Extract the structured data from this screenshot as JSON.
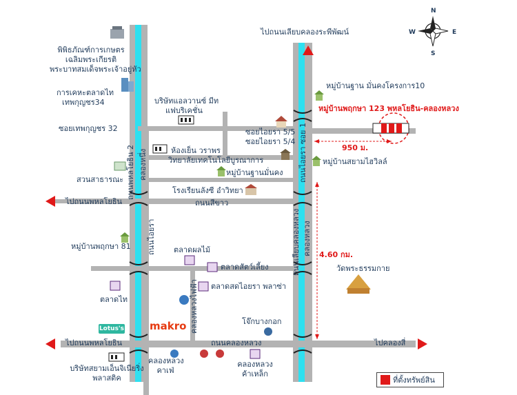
{
  "compass": {
    "n": "N",
    "s": "S",
    "e": "E",
    "w": "W"
  },
  "roads": {
    "top_ring": "ไปถนนเลียบคลองระพีพัฒน์",
    "thanon_lam_luk_ka": "ไปถนนพหลโยธิน",
    "thanon_lam_luk_ka_bottom": "ไปถนนพหลโยธิน",
    "khlong_luang_road": "ถนนคลองหลวง",
    "to_khlong_si": "ไปคลองสี่",
    "thanon_sikhao": "ถนนสีขาว",
    "thanon_phahonyothin_khlong2": "ถนนพหลโยธิน 2",
    "khlong_nueng": "คลองหนึ่ง",
    "thanon_aiyara": "ถนนไอยรา",
    "thanon_aiyara_main": "ถนนไอยรา ซอย 1",
    "thanon_liap_khlong_luang": "ถนนเลียบคลองหลวง",
    "khlong_luang_canal": "คลองหลวง",
    "khlong_luang_thai_fun": "คลองหลวงไฟฟ้า"
  },
  "labels": {
    "museum": "พิพิธภัณฑ์การเกษตรเฉลิมพระเกียรติพระบาทสมเด็จพระเจ้าอยู่หัว",
    "museum_l1": "พิพิธภัณฑ์การเกษตร",
    "museum_l2": "เฉลิมพระเกียรติ",
    "museum_l3": "พระบาทสมเด็จพระเจ้าอยู่หัว",
    "market_thai": "การเคหะตลาดไท",
    "market_thai_2": "เทพกุญชร34",
    "company": "บริษัทแอลวานซ์ มีท",
    "company_2": "แฟบริเคชั่น",
    "soi_thepkunchon": "ซอยเทพกุญชร 32",
    "soi_aiyara55": "ซอยไอยรา 5/5",
    "soi_aiyara54": "ซอยไอยรา 5/4",
    "warrapan": "ห้องเย็น วราพร",
    "college": "วิทยาลัยเทคโนโลยีบูรณาการ",
    "moo_ban_man": "หมู่บ้านฐานมั่นคง",
    "park": "สวนสาธารณะ",
    "school": "โรงเรียนลังซี อำวิทยา",
    "moo_ban_project": "หมู่บ้านฐาน มั่นคงโครงการ10",
    "property": "หมู่บ้านพฤกษา 123 พหลโยธิน-คลองหลวง",
    "distance_950": "950 ม.",
    "moo_ban_siam": "หมู่บ้านสยามไฮวิลล์",
    "moo_ban_pruksa81": "หมู่บ้านพฤกษา 81",
    "market_fruit": "ตลาดผลไม้",
    "market_animal": "ตลาดสัตว์เลี้ยง",
    "market_aiyara": "ตลาดสดไอยรา พลาซ่า",
    "market_thai_b": "ตลาดไท",
    "distance_460": "4.60 กม.",
    "wat": "วัดพระธรรมกาย",
    "jok": "โจ๊กบางกอก",
    "lotus": "Lotus's",
    "makro": "makro",
    "khlong_luang_cafe": "คลองหลวง",
    "khlong_luang_cafe_2": "คาเฟ่",
    "khlong_luang_steel": "คลองหลวง",
    "khlong_luang_steel_2": "ค้าเหล็ก",
    "siam_engineering": "บริษัทสยามเอ็นจิเนียริ่ง",
    "siam_engineering_2": "พลาสติค"
  },
  "legend": {
    "label": "ที่ตั้งทรัพย์สิน",
    "swatch_color": "#e01919"
  },
  "colors": {
    "road": "#b3b3b3",
    "canal": "#2ee0f0",
    "text": "#1f3a5a",
    "accent_red": "#e01919",
    "road_edge": "#333333"
  }
}
